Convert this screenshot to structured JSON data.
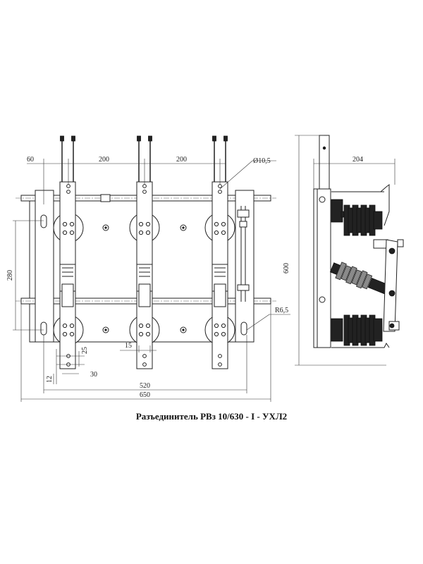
{
  "caption": "Разъединитель РВз 10/630 - I - УХЛ2",
  "dimensions": {
    "d60": "60",
    "d200a": "200",
    "d200b": "200",
    "hole": "Ø10,5",
    "d204": "204",
    "d600": "600",
    "d280": "280",
    "r65": "R6,5",
    "d15": "15",
    "d25": "25",
    "d12": "12",
    "d30": "30",
    "d520": "520",
    "d650": "650"
  }
}
